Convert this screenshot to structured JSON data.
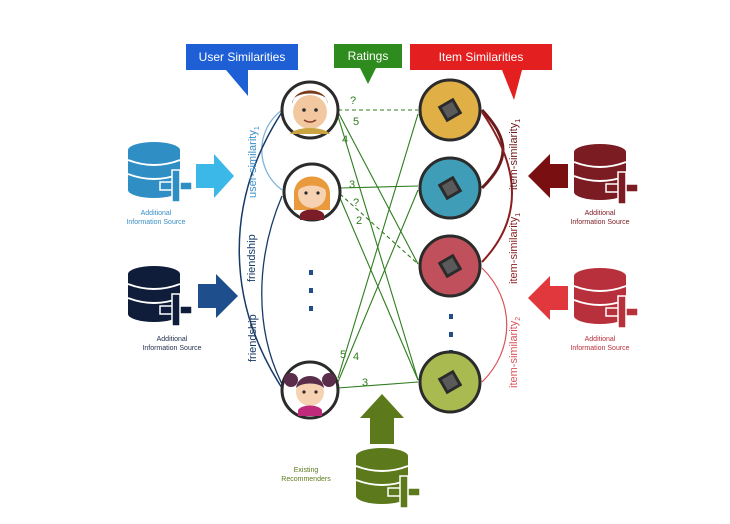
{
  "banners": {
    "user": "User Similarities",
    "ratings": "Ratings",
    "item": "Item Similarities"
  },
  "sources": {
    "blue": [
      "Additional",
      "Information Source"
    ],
    "navy": [
      "Additional",
      "Information Source"
    ],
    "maroon": [
      "Additional",
      "Information Source"
    ],
    "red": [
      "Additional",
      "Information Source"
    ],
    "green": [
      "Existing",
      "Recommenders"
    ]
  },
  "ratings": {
    "u1_unknown": "?",
    "u1_a": "5",
    "u1_b": "4",
    "u2_a": "3",
    "u2_unknown": "?",
    "u2_b": "2",
    "u3_a": "5",
    "u3_b": "4",
    "u3_c": "3"
  },
  "labels": {
    "user_similarity": "user-similarity",
    "user_similarity_sub": "1",
    "friendship_1": "friendship",
    "friendship_2": "friendship",
    "item_similarity_1": "item-similarity",
    "item_similarity_1_sub": "1",
    "item_similarity_2": "item-similarity",
    "item_similarity_2_sub": "1",
    "item_similarity_3": "item-similarity",
    "item_similarity_3_sub": "2"
  },
  "colors": {
    "blue_banner": "#1f5fd6",
    "green_banner": "#2e8b1e",
    "red_banner": "#e31f1f",
    "rating_line": "#2e7d1e",
    "item_gold": "#e0b046",
    "item_teal": "#3f9db7",
    "item_red": "#c0505c",
    "item_green": "#a9bb50"
  },
  "icons": [
    "user-avatar-icon",
    "film-reel-icon",
    "database-plus-icon",
    "arrow-right-icon",
    "arrow-left-icon",
    "arrow-up-icon"
  ]
}
